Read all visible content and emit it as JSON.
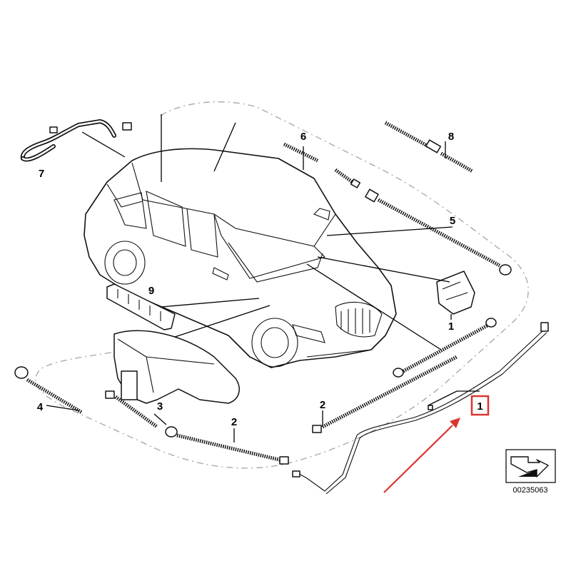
{
  "diagram": {
    "doc_number": "00235063",
    "callouts": [
      "7",
      "6",
      "8",
      "5",
      "9",
      "1",
      "4",
      "3",
      "2",
      "2",
      "1"
    ],
    "highlight_color": "#d93530",
    "arrow_color": "#d93530"
  }
}
